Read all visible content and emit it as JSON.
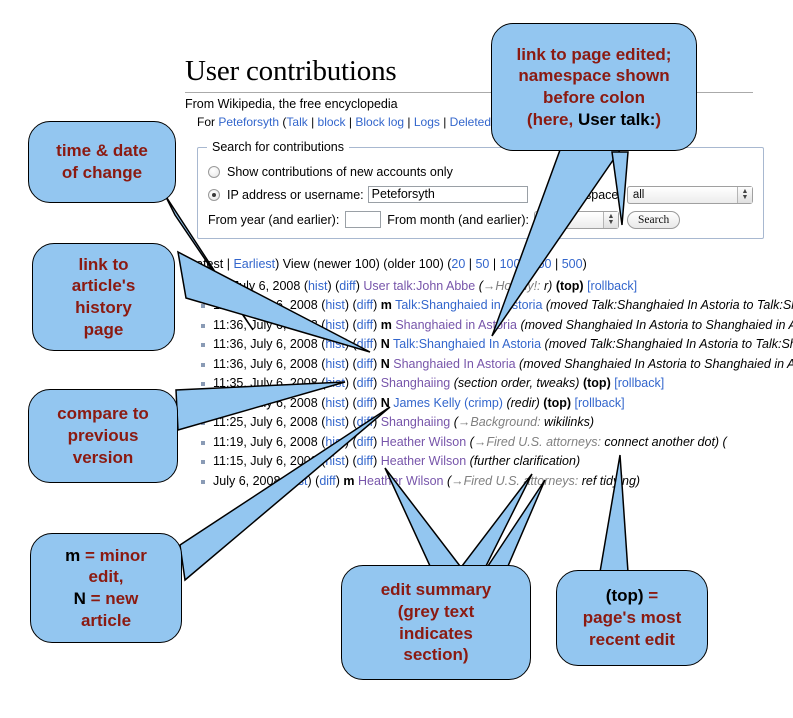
{
  "page": {
    "title": "User contributions",
    "tagline": "From Wikipedia, the free encyclopedia",
    "subline_prefix": "For ",
    "username": "Peteforsyth",
    "subline_links": [
      "Talk",
      "block",
      "Block log",
      "Logs",
      "Deleted co"
    ],
    "subline_open_paren": "(",
    "sep": " | "
  },
  "search": {
    "legend": "Search for contributions",
    "radio_new_accounts_label": "Show contributions of new accounts only",
    "radio_ip_label": "IP address or username:",
    "username_value": "Peteforsyth",
    "namespace_label": "Namespace:",
    "namespace_value": "all",
    "from_year_label": "From year (and earlier):",
    "from_year_value": "",
    "from_month_label": "From month (and earlier):",
    "from_month_value": "all",
    "search_button": "Search"
  },
  "nav": {
    "open": "(",
    "latest": "Latest",
    "sep1": " | ",
    "earliest": "Earliest",
    "close": ")",
    "view": " View (newer 100) (older 100) (",
    "counts": [
      "20",
      "50",
      "100",
      "250",
      "500"
    ],
    "count_sep": " | ",
    "tail": ")"
  },
  "contributions": [
    {
      "time": "11",
      "date": "July 6, 2008",
      "hist": "hist",
      "diff": "diff",
      "flag": "",
      "page": "User talk:John Abbe",
      "page_visited": true,
      "summary_open": "(",
      "section": "→Howdy!:",
      "summary": " r)",
      "top": "(top)",
      "rollback": "[rollback]"
    },
    {
      "time": "11:36",
      "date": "July 6, 2008",
      "hist": "hist",
      "diff": "diff",
      "flag": "m",
      "page": "Talk:Shanghaied in Astoria",
      "page_visited": false,
      "summary_open": "(",
      "section": "",
      "summary": "moved Talk:Shanghaied In Astoria to Talk:Shanghaied in Astoria",
      "top": "",
      "rollback": ""
    },
    {
      "time": "11:36",
      "date": "July 6, 2008",
      "hist": "hist",
      "diff": "diff",
      "flag": "m",
      "page": "Shanghaied in Astoria",
      "page_visited": true,
      "summary_open": "(",
      "section": "",
      "summary": "moved Shanghaied In Astoria to Shanghaied in Astoria",
      "top": "",
      "rollback": ""
    },
    {
      "time": "11:36",
      "date": "July 6, 2008",
      "hist": "hist",
      "diff": "diff",
      "flag": "N",
      "page": "Talk:Shanghaied In Astoria",
      "page_visited": false,
      "summary_open": "(",
      "section": "",
      "summary": "moved Talk:Shanghaied In Astoria to Talk:Shanghaied in Astoria",
      "top": "",
      "rollback": ""
    },
    {
      "time": "11:36",
      "date": "July 6, 2008",
      "hist": "hist",
      "diff": "diff",
      "flag": "N",
      "page": "Shanghaied In Astoria",
      "page_visited": true,
      "summary_open": "(",
      "section": "",
      "summary": "moved Shanghaied In Astoria to Shanghaied in Astoria",
      "top": "",
      "rollback": ""
    },
    {
      "time": "11:35",
      "date": "July 6, 2008",
      "hist": "hist",
      "diff": "diff",
      "flag": "",
      "page": "Shanghaiing",
      "page_visited": true,
      "summary_open": "(",
      "section": "",
      "summary": "section order, tweaks)",
      "top": "(top)",
      "rollback": "[rollback]"
    },
    {
      "time": "11:26",
      "date": "July 6, 2008",
      "hist": "hist",
      "diff": "diff",
      "flag": "N",
      "page": "James Kelly (crimp)",
      "page_visited": false,
      "summary_open": "(",
      "section": "",
      "summary": "redir)",
      "top": "(top)",
      "rollback": "[rollback]"
    },
    {
      "time": "11:25",
      "date": "July 6, 2008",
      "hist": "hist",
      "diff": "diff",
      "flag": "",
      "page": "Shanghaiing",
      "page_visited": true,
      "summary_open": "(",
      "section": "→Background:",
      "summary": " wikilinks)",
      "top": "",
      "rollback": ""
    },
    {
      "time": "11:19",
      "date": "July 6, 2008",
      "hist": "hist",
      "diff": "diff",
      "flag": "",
      "page": "Heather Wilson",
      "page_visited": true,
      "summary_open": "(",
      "section": "→Fired U.S. attorneys:",
      "summary": " connect another dot) (",
      "top": "",
      "rollback": ""
    },
    {
      "time": "11:15",
      "date": "July 6, 2008",
      "hist": "hist",
      "diff": "diff",
      "flag": "",
      "page": "Heather Wilson",
      "page_visited": true,
      "summary_open": "(",
      "section": "",
      "summary": "further clarification)",
      "top": "",
      "rollback": ""
    },
    {
      "time": "",
      "date": "July 6, 2008",
      "hist": "hist",
      "diff": "diff",
      "flag": "m",
      "page": "Heather Wilson",
      "page_visited": true,
      "summary_open": "(",
      "section": "→Fired U.S. attorneys:",
      "summary": " ref tidying)",
      "top": "",
      "rollback": ""
    }
  ],
  "callouts": {
    "namespace": {
      "line1": "link to page edited;",
      "line2": "namespace shown",
      "line3": "before colon",
      "line4_pre": "(here, ",
      "line4_bold": "User talk:",
      "line4_post": ")"
    },
    "time_date": {
      "line1": "time & date",
      "line2": "of change"
    },
    "history": {
      "line1": "link to",
      "line2": "article's",
      "line3": "history",
      "line4": "page"
    },
    "compare": {
      "line1": "compare to",
      "line2": "previous",
      "line3": "version"
    },
    "flags": {
      "bold1": "m",
      "text1": " = minor",
      "line2": "edit,",
      "bold2": "N",
      "text2": " = new",
      "line4": "article"
    },
    "summary": {
      "line1": "edit summary",
      "line2": "(grey text",
      "line3": "indicates",
      "line4": "section)"
    },
    "top": {
      "bold1": "(top)",
      "text1": " =",
      "line2": "page's most",
      "line3": "recent edit"
    }
  },
  "colors": {
    "bubble_fill": "#93c6f0",
    "bubble_text": "#8b1a11",
    "link": "#3366cc",
    "link_visited": "#7755aa",
    "section_grey": "#808080"
  }
}
